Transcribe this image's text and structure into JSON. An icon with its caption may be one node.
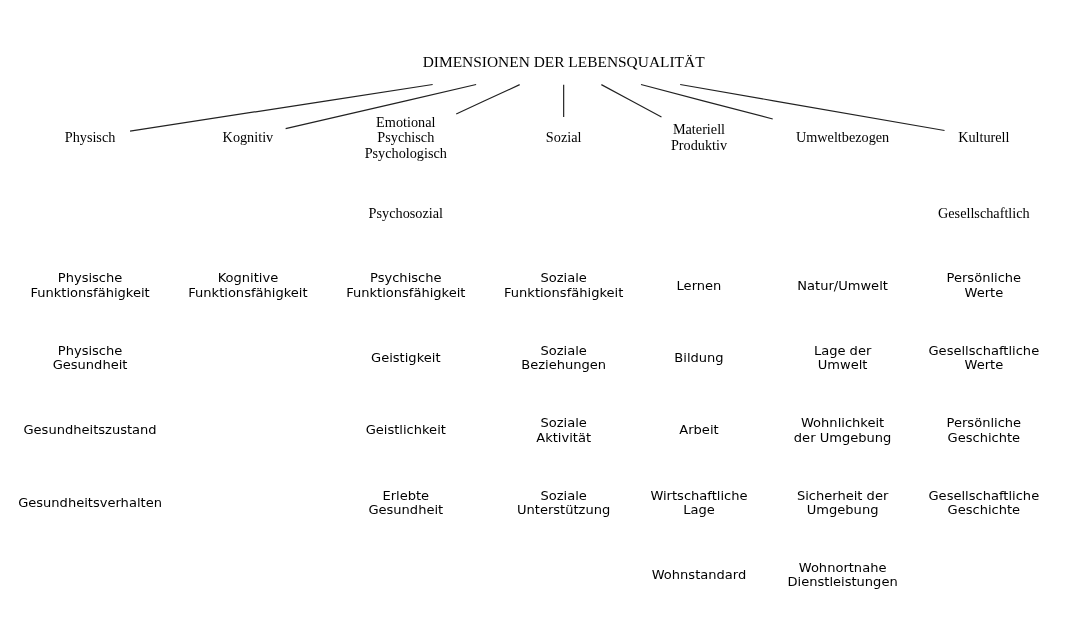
{
  "diagram": {
    "nodes": [
      {
        "text": [
          "DIMENSIONEN DER LEBENSQUALITÄT"
        ]
      },
      {
        "text": [
          "Physisch"
        ]
      },
      {
        "text": [
          "Kognitiv"
        ]
      },
      {
        "text": [
          "Emotional Psychisch Psychologisch"
        ]
      },
      {
        "text": [
          "Sozial"
        ]
      },
      {
        "text": [
          "Materiell Produktiv"
        ]
      },
      {
        "text": [
          "Umweltbezogen"
        ]
      },
      {
        "text": [
          "Kulturell"
        ]
      }
    ],
    "edges": [
      {
        "from": 0,
        "to": 1,
        "arrow": "none"
      },
      {
        "from": 0,
        "to": 2,
        "arrow": "none"
      },
      {
        "from": 0,
        "to": 3,
        "arrow": "none"
      },
      {
        "from": 0,
        "to": 4,
        "arrow": "none"
      },
      {
        "from": 0,
        "to": 5,
        "arrow": "none"
      },
      {
        "from": 0,
        "to": 6,
        "arrow": "none"
      },
      {
        "from": 0,
        "to": 7,
        "arrow": "none"
      }
    ],
    "labels": [
      "Psychosozial",
      "Gesellschaftlich",
      "Physische Funktionsfähigkeit",
      "Kognitive Funktionsfähigkeit",
      "Psychische Funktionsfähigkeit",
      "Soziale Funktionsfähigkeit",
      "Lernen",
      "Natur/Umwelt",
      "Persönliche Werte",
      "Physische Gesundheit",
      "Geistigkeit",
      "Soziale Beziehungen",
      "Bildung",
      "Lage der Umwelt",
      "Gesellschaftliche Werte",
      "Gesundheitszustand",
      "Geistlichkeit",
      "Soziale Aktivität",
      "Arbeit",
      "Wohnlichkeit der Umgebung",
      "Persönliche Geschichte",
      "Gesundheitsverhalten",
      "Erlebte Gesundheit",
      "Soziale Unterstützung",
      "Wirtschaftliche Lage",
      "Sicherheit der Umgebung",
      "Gesellschaftliche Geschichte",
      "Wohnstandard",
      "Wohnortnahe Dienstleistungen"
    ]
  }
}
